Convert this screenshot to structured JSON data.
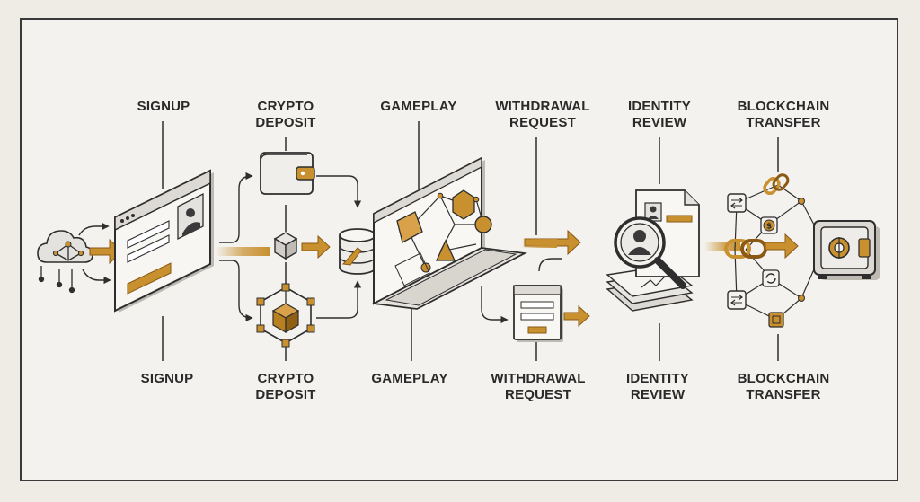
{
  "stages": {
    "signup": {
      "top": [
        "SIGNUP"
      ],
      "bottom": [
        "SIGNUP"
      ]
    },
    "deposit": {
      "top": [
        "CRYPTO",
        "DEPOSIT"
      ],
      "bottom": [
        "CRYPTO",
        "DEPOSIT"
      ]
    },
    "gameplay": {
      "top": [
        "GAMEPLAY"
      ],
      "bottom": [
        "GAMEPLAY"
      ]
    },
    "withdrawal": {
      "top": [
        "WITHDRAWAL",
        "REQUEST"
      ],
      "bottom": [
        "WITHDRAWAL",
        "REQUEST"
      ]
    },
    "identity": {
      "top": [
        "IDENTITY",
        "REVIEW"
      ],
      "bottom": [
        "IDENTITY",
        "REVIEW"
      ]
    },
    "blockchain": {
      "top": [
        "BLOCKCHAIN",
        "TRANSFER"
      ],
      "bottom": [
        "BLOCKCHAIN",
        "TRANSFER"
      ]
    }
  },
  "colors": {
    "accent": "#c8902f",
    "accent_dark": "#8a5a14",
    "ink": "#2e2e2e",
    "panel": "#e9e7e3",
    "background": "#f4f2ee"
  },
  "icons": [
    "cloud-network-icon",
    "browser-signup-icon",
    "wallet-icon",
    "crypto-cube-icon",
    "blockchain-node-icon",
    "database-icon",
    "laptop-game-icon",
    "withdrawal-form-icon",
    "magnifier-document-icon",
    "chain-link-icon",
    "dollar-coin-icon",
    "vault-icon"
  ]
}
